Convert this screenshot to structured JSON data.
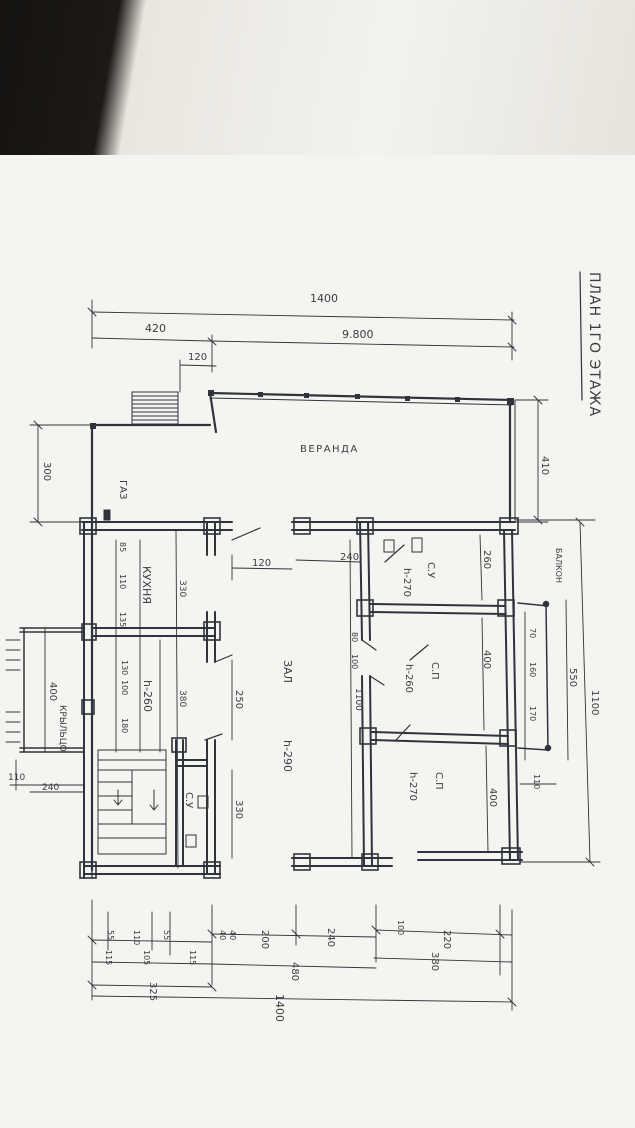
{
  "plan_title": "ПЛАН 1ГО ЭТАЖА",
  "rooms": {
    "veranda": "ВЕРАНДА",
    "kitchen": "КУХНЯ",
    "hall": "ЗАЛ",
    "hall_height": "h-290",
    "kitchen_height": "h-260",
    "bath_top": "С.У",
    "bath_top_height": "h-270",
    "bedroom_mid": "С.П",
    "bedroom_mid_height": "h-260",
    "bedroom_bottom": "С.П",
    "bedroom_bottom_height": "h-270",
    "bath_bottom": "С.У",
    "porch": "КРЫЛЬЦО",
    "gas": "ГАЗ",
    "balcony": "БАЛКОН"
  },
  "dims_top": {
    "d1400": "1400",
    "d420": "420",
    "d9800": "9.800",
    "d120": "120"
  },
  "dims_right": {
    "d410": "410",
    "d1100": "1100",
    "d550": "550",
    "d70": "70",
    "d160": "160",
    "d170": "170",
    "d110": "110"
  },
  "dims_left": {
    "d300": "300",
    "d400": "400",
    "d110": "110",
    "d240": "240"
  },
  "dims_inside": {
    "d260": "260",
    "d400a": "400",
    "d400b": "400",
    "d240": "240",
    "d120": "120",
    "d80": "80",
    "d100": "100",
    "d1100": "1100",
    "d250": "250",
    "d330a": "330",
    "d330b": "330",
    "d380": "380",
    "d85": "85",
    "d110": "110",
    "d135": "135",
    "d130": "130",
    "d100b": "100",
    "d180": "180"
  },
  "dims_bottom": {
    "d220": "220",
    "d100": "100",
    "d380": "380",
    "d240": "240",
    "d200": "200",
    "d40a": "40",
    "d40b": "40",
    "d480": "480",
    "d115a": "115",
    "d105": "105",
    "d115b": "115",
    "d55a": "55",
    "d110": "110",
    "d55b": "55",
    "d325": "325",
    "d1400": "1400"
  }
}
